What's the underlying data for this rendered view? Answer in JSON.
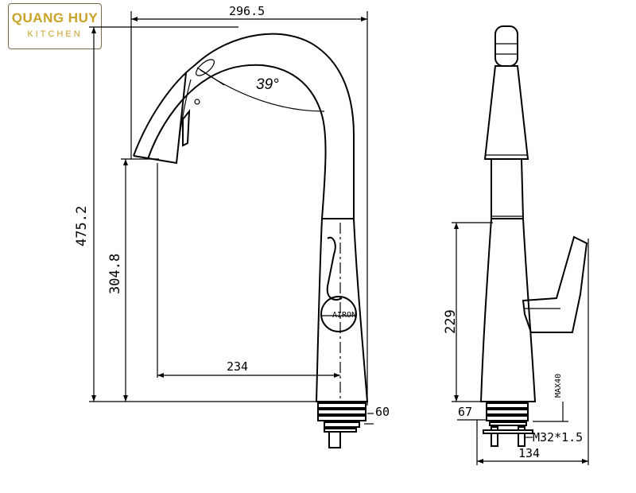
{
  "logo": {
    "line1": "QUANG HUY",
    "line2": "KITCHEN"
  },
  "dimensions": {
    "reach": "296.5",
    "total_height": "475.2",
    "spout_height": "304.8",
    "spout_reach": "234",
    "angle": "39°",
    "base_offset": "60",
    "body_height": "229",
    "deck_max": "MAX40",
    "shank_offset": "67",
    "thread": "M32*1.5",
    "depth": "134"
  }
}
